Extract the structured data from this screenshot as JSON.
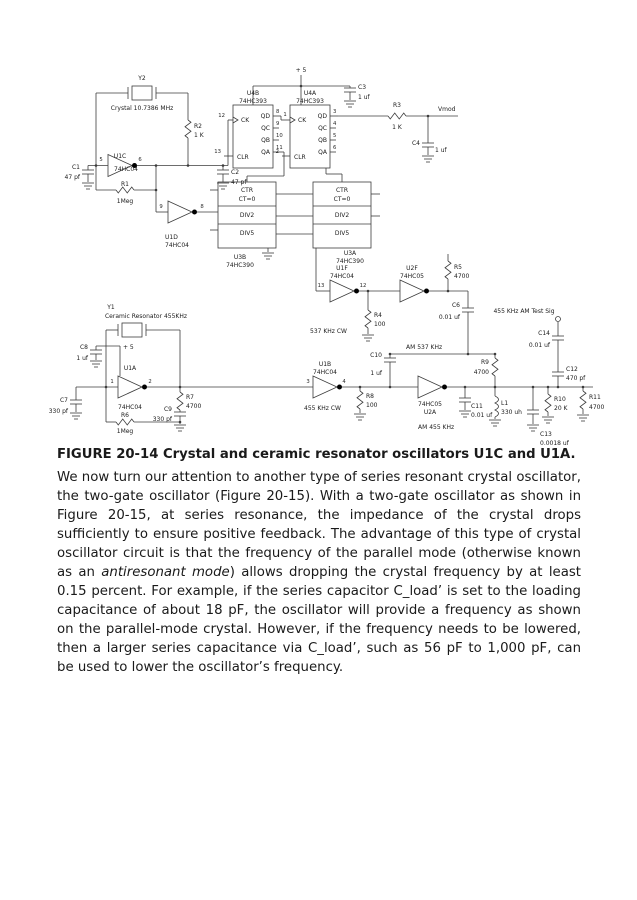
{
  "figure_caption": "FIGURE 20-14 Crystal and ceramic resonator oscillators U1C and U1A.",
  "paragraph": {
    "part1": "We now turn our attention to another type of series resonant crystal oscillator, the two-gate oscillator (Figure 20-15). With a two-gate oscillator as shown in Figure 20-15, at series resonance, the impedance of the crystal drops sufficiently to ensure positive feedback. The advantage of this type of crystal oscillator circuit is that the frequency of the parallel mode (otherwise known as an ",
    "italic": "antiresonant mode",
    "part2": ") allows dropping the crystal frequency by at least 0.15 percent. For example, if the series capacitor C_load’ is set to the loading capacitance of about 18 pF, the oscillator will provide a frequency as shown on the parallel-mode crystal. However, if the frequency needs to be lowered, then a larger series capacitance via C_load’, such as 56 pF to 1,000 pF, can be used to lower the oscillator’s frequency."
  },
  "sch": {
    "y2": "Y2",
    "y2v": "Crystal 10.7386 MHz",
    "r2": "R2",
    "r2v": "1 K",
    "u1c": "U1C",
    "u1cv": "74HC04",
    "c1": "C1",
    "c1v": "47 pf",
    "c2": "C2",
    "c2v": "47 pf",
    "r1": "R1",
    "r1v": "1Meg",
    "u1d": "U1D",
    "u1dv": "74HC04",
    "u4b": "U4B",
    "u4bv": "74HC393",
    "u4a": "U4A",
    "u4av": "74HC393",
    "plus5": "+ 5",
    "c3": "C3",
    "c3v": "1 uf",
    "r3": "R3",
    "r3v": "1 K",
    "vmod": "Vmod",
    "c4": "C4",
    "c4v": "1 uf",
    "ck": "CK",
    "clr": "CLR",
    "qd": "QD",
    "qc": "QC",
    "qb": "QB",
    "qa": "QA",
    "ctr": "CTR",
    "ct0": "CT=0",
    "div2": "DIV2",
    "div5": "DIV5",
    "u3b": "U3B",
    "u3bv": "74HC390",
    "u3a": "U3A",
    "u3av": "74HC390",
    "u1f": "U1F",
    "u1fv": "74HC04",
    "u2f": "U2F",
    "u2fv": "74HC05",
    "r5": "R5",
    "r5v": "4700",
    "c6": "C6",
    "c6v": "0.01 uf",
    "cw537": "537 KHz CW",
    "r4": "R4",
    "r4v": "100",
    "y1": "Y1",
    "y1v": "Ceramic Resonator 455KHz",
    "c8": "C8",
    "c8v": "1 uf",
    "u1a": "U1A",
    "u1av": "74HC04",
    "r7": "R7",
    "r7v": "4700",
    "c7": "C7",
    "c7v": "330 pf",
    "r6": "R6",
    "r6v": "1Meg",
    "c9": "C9",
    "c9v": "330 pf",
    "u1b": "U1B",
    "u1bv": "74HC04",
    "cw455": "455 KHz CW",
    "r8": "R8",
    "r8v": "100",
    "c10": "C10",
    "c10v": "1 uf",
    "am537": "AM 537 KHz",
    "u2a": "U2A",
    "u2av": "74HC05",
    "c11": "C11",
    "c11v": "0.01 uf",
    "am455": "AM 455 KHz",
    "testsig": "455 KHz AM Test Sig",
    "r9": "R9",
    "r9v": "4700",
    "c14": "C14",
    "c14v": "0.01 uf",
    "c12": "C12",
    "c12v": "470 pf",
    "r10": "R10",
    "r10v": "20 K",
    "l1": "L1",
    "l1v": "330 uh",
    "c13": "C13",
    "c13v": "0.0018 uf",
    "r11": "R11",
    "r11v": "4700",
    "p1": "1",
    "p2": "2",
    "p3": "3",
    "p4": "4",
    "p5": "5",
    "p6": "6",
    "p8": "8",
    "p9": "9",
    "p10": "10",
    "p11": "11",
    "p12": "12",
    "p13": "13"
  }
}
